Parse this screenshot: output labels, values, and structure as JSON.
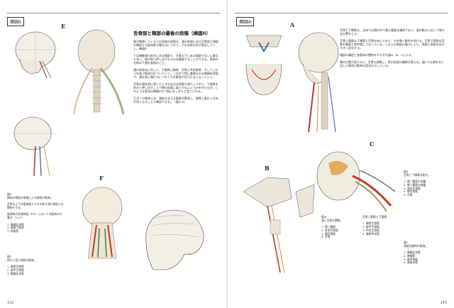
{
  "left_page": {
    "tag": "挿図II",
    "fig_labels": [
      "E",
      "F"
    ],
    "title": "舌骨部と頸部の最後の段階（挿図II）",
    "body_text": "頸が胸骨につくまでの屈曲の過程は、頭の前面にある舌骨部と頸部を構成する筋肉群が重なるにつれて、その全体の形が変化していく。挿図E\n\nでは頸椎骨の前方にある筋群と、舌骨の下にある筋群が互いに重なり合い、顎が前へ押し出されるのを観察することができる。筋肉の名称は下図を参照のこと。\n\n頭の前屈みに伴って、下顎骨と胸骨、舌骨と甲状軟骨、そしてこれらを結ぶ筋肉が近づいていく。この中で特に重要なのは胸鎖乳突筋で、頭を前に傾けるにつれてその緊張が目立たなくなっていく。\n\n舌骨は頭を前に倒したときの支点の役割も果たしており、下顎骨を前方へ押し出すことで頸の前面に柔らかなふくらみを作り出す。このような変化は挿図Fの人物にはっきりと見てとれる。\n\n万が一の場合には、頭部を支える筋群が緊張し、鎖骨上窩のくぼみが深くなることも確認できる。（図II E）",
    "captions": [
      {
        "id": "cap1",
        "text": "図II\n頭部の側面の角度による頸部の筋肉。\n\n舌骨の上下の筋肉群とそれを取り囲む頸部との関係を示す。\n\n後頭骨の乳様突起（FM）においての筋肉の付着点 （C.S.）\n\n1. 胸鎖乳突筋\n2. 後頭下筋群\n3. 斜角筋"
      },
      {
        "id": "cap2",
        "text": "図F\n前から見た頸部の筋肉。\n\n1. 胸骨舌骨筋\n2. 肩甲舌骨筋\n3. 胸鎖乳突筋"
      }
    ],
    "page_number": "142"
  },
  "right_page": {
    "tag": "挿図III",
    "fig_labels": [
      "A",
      "B",
      "C"
    ],
    "body_text": "舌骨と下顎骨は、全体では頭の中で最も重要な構造であり、頭の動きに応じて様々な位置をとる。\n\n舌骨上筋群は下顎骨と舌骨を結んでおり、口を開く動作を助ける。舌骨下筋群は舌骨を胸骨と肩甲骨につないでいる。これらの筋群の働きにより、頭部と頸部の形が大きく変化する。\n\n頸部の構造と各筋肉の関係をそれぞれ図A、B、Cに示す。\n\n顎の位置が変わると、舌骨も移動し、首の前面の輪郭が変わる。図Cでは頭を右に回した場合の筋肉の変化を示している。",
    "captions": [
      {
        "id": "cap3",
        "text": "図III\n頭と舌骨の関係。\n\n1. 顎二腹筋\n2. 茎突舌骨筋\n3. 顎舌骨筋\n4. 舌骨"
      },
      {
        "id": "cap4",
        "text": "舌骨上筋群と下筋群\n\n1. 胸骨舌骨筋\n2. 肩甲舌骨筋\n3. 甲状舌骨筋\n4. 胸骨甲状筋"
      },
      {
        "id": "cap5",
        "text": "図A\n舌骨と下顎骨の動き。\n\n1. 顎二腹筋の前腹\n2. 顎二腹筋の後腹\n3. 茎突舌骨筋\n4. 顎舌骨筋\n5. 舌骨"
      },
      {
        "id": "cap6",
        "text": "図C\n頭部回旋時の筋肉。\n\n1. 胸鎖乳突筋\n2. 僧帽筋\n3. 肩甲挙筋\n4. 頭板状筋"
      }
    ],
    "page_number": "143"
  }
}
